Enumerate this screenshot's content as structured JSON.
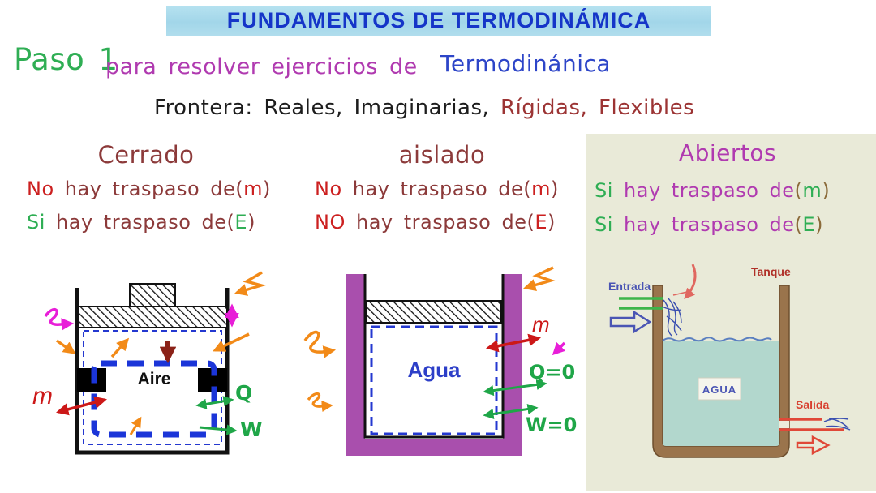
{
  "header": {
    "title": "FUNDAMENTOS DE TERMODINÁMICA"
  },
  "step_line": {
    "step": "Paso 1",
    "middle": "para resolver ejercicios de",
    "subject": "Termodinánica"
  },
  "frontier_line": {
    "dark": "Frontera: Reales, Imaginarias,",
    "red": "Rígidas, Flexibles"
  },
  "systems": {
    "closed": {
      "title": "Cerrado",
      "mass": {
        "prefix": "No",
        "body": "hay traspaso de",
        "open": "(",
        "symbol": "m",
        "close": ")"
      },
      "energy": {
        "prefix": "Si",
        "body": "hay traspaso de",
        "open": "(",
        "symbol": "E",
        "close": ")"
      }
    },
    "isolated": {
      "title": "aislado",
      "mass": {
        "prefix": "No",
        "body": "hay traspaso de",
        "open": "(",
        "symbol": "m",
        "close": ")"
      },
      "energy": {
        "prefix": "NO",
        "body": "hay traspaso de",
        "open": "(",
        "symbol": "E",
        "close": ")"
      }
    },
    "open": {
      "title": "Abiertos",
      "mass": {
        "prefix": "Si",
        "body": "hay traspaso de",
        "open": "(",
        "symbol": "m",
        "close": ")"
      },
      "energy": {
        "prefix": "Si",
        "body": "hay traspaso de",
        "open": "(",
        "symbol": "E",
        "close": ")"
      }
    }
  },
  "closed_diagram": {
    "substance": "Aire",
    "mass_label": "m",
    "heat_label": "Q",
    "work_label": "W"
  },
  "isolated_diagram": {
    "substance": "Agua",
    "mass_label": "m",
    "heat_label": "Q=0",
    "work_label": "W=0"
  },
  "open_diagram": {
    "inlet": "Entrada",
    "tank": "Tanque",
    "substance": "AGUA",
    "outlet": "Salida"
  },
  "colors": {
    "title_bg": "#a9dcec",
    "title_text": "#1535c8",
    "green": "#2fae54",
    "magenta": "#b03ab0",
    "blue": "#2d45c8",
    "maroon": "#8c3a3a",
    "red": "#cc2020",
    "brown": "#8b6b3a",
    "orange": "#f28a18",
    "pink": "#e81ed8",
    "dark_red_arrow": "#8b2218",
    "boundary_blue": "#2438d0",
    "purple_wall": "#a94fad",
    "panel_bg": "#e9ead8",
    "tank_brown": "#9a744c",
    "water_teal": "#b2d7cd",
    "slate_blue": "#4a55b4",
    "salida_red": "#d84030"
  }
}
